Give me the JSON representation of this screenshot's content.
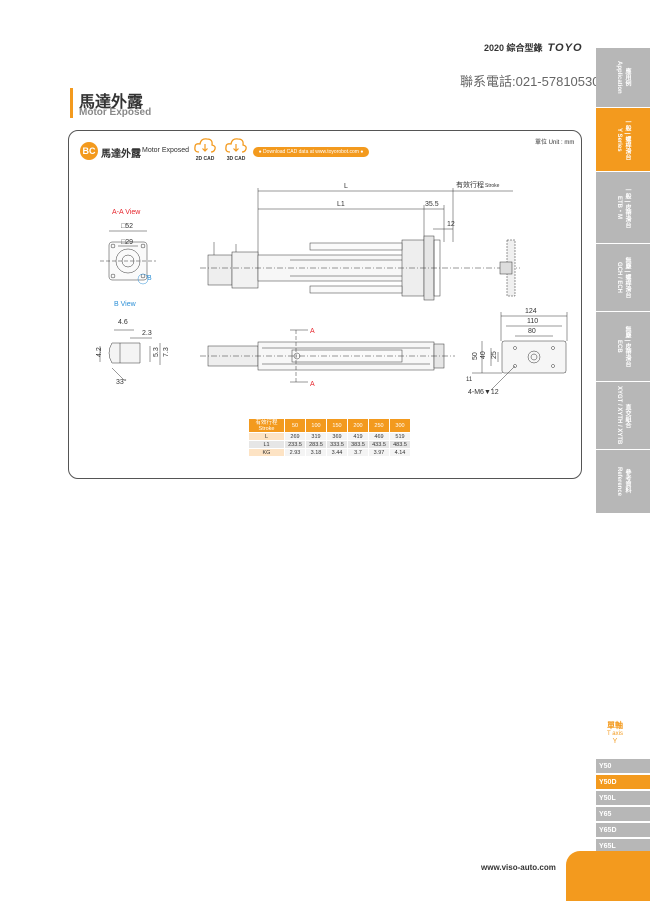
{
  "header": {
    "catalog": "2020 綜合型錄",
    "brand": "TOYO",
    "phone": "聯系電話:021-57810530"
  },
  "title": {
    "zh": "馬達外露",
    "en": "Motor Exposed"
  },
  "section": {
    "badge": "BC",
    "zh": "馬達外露",
    "en": "Motor Exposed",
    "cad_2d": "2D CAD",
    "cad_3d": "3D CAD",
    "download": "● Download CAD data at www.toyorobot.com ●",
    "unit": "單位 Unit : mm"
  },
  "drawing": {
    "dim_L": "L",
    "stroke_zh": "有效行程",
    "stroke_en": "Stroke",
    "dim_L1": "L1",
    "dim_35_5": "35.5",
    "dim_12": "12",
    "aa_view": "A-A View",
    "sq52": "□52",
    "sq29": "□29",
    "b": "B",
    "b_view": "B View",
    "d4_6": "4.6",
    "d2_3": "2.3",
    "d4_2": "4.2",
    "d5_3": "5.3",
    "d7_3": "7.3",
    "d33": "33°",
    "a_top": "A",
    "a_bot": "A",
    "d124": "124",
    "d110": "110",
    "d80": "80",
    "d50": "50",
    "d40": "40",
    "d25": "25",
    "d11": "11",
    "m6": "4-M6▼12"
  },
  "spec_table": {
    "header_zh": "有效行程",
    "header_en": "Stroke",
    "strokes": [
      "50",
      "100",
      "150",
      "200",
      "250",
      "300"
    ],
    "rows": [
      {
        "label": "L",
        "values": [
          "269",
          "319",
          "369",
          "419",
          "469",
          "519"
        ]
      },
      {
        "label": "L1",
        "values": [
          "233.5",
          "283.5",
          "333.5",
          "383.5",
          "433.5",
          "483.5"
        ]
      },
      {
        "label": "KG",
        "values": [
          "2.93",
          "3.18",
          "3.44",
          "3.7",
          "3.97",
          "4.14"
        ]
      }
    ]
  },
  "sidebar": [
    {
      "zh": "應用例",
      "en": "Application"
    },
    {
      "zh": "一般 | 螺桿滑台",
      "en": "Y Series"
    },
    {
      "zh": "一般 | 皮帶滑台",
      "en": "ETB・M"
    },
    {
      "zh": "無塵 | 螺桿滑台",
      "en": "GCH / ECH"
    },
    {
      "zh": "無塵 | 皮帶滑台",
      "en": "ECB"
    },
    {
      "zh": "直交組合",
      "en": "XYGT / XYTH / XYTB"
    },
    {
      "zh": "參考資料",
      "en": "Reference"
    }
  ],
  "axis": {
    "zh": "單軸",
    "en": "T axis",
    "y": "Y"
  },
  "models": [
    "Y50",
    "Y50D",
    "Y50L",
    "Y65",
    "Y65D",
    "Y65L"
  ],
  "footer": {
    "url": "www.viso-auto.com"
  }
}
